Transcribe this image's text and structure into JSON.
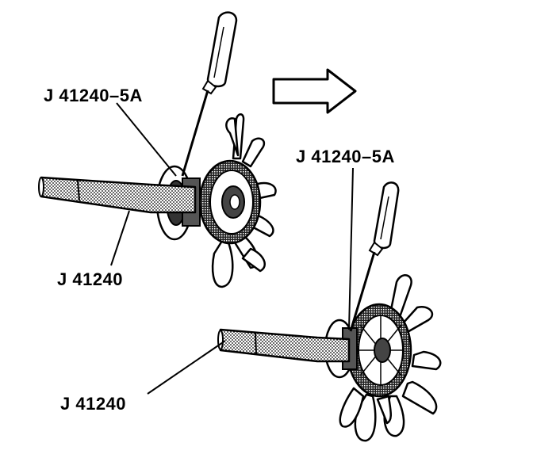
{
  "callouts": {
    "top_left": "J 41240–5A",
    "mid_left": "J 41240",
    "top_right": "J 41240–5A",
    "bottom_left": "J 41240"
  },
  "icons": {
    "arrow": "right-arrow-icon",
    "screwdriver": "screwdriver-icon",
    "fan": "fan-clutch-icon",
    "wrench": "spanner-wrench-icon"
  },
  "colors": {
    "ink": "#000000",
    "paper": "#ffffff",
    "shade": "#9a9a9a"
  }
}
